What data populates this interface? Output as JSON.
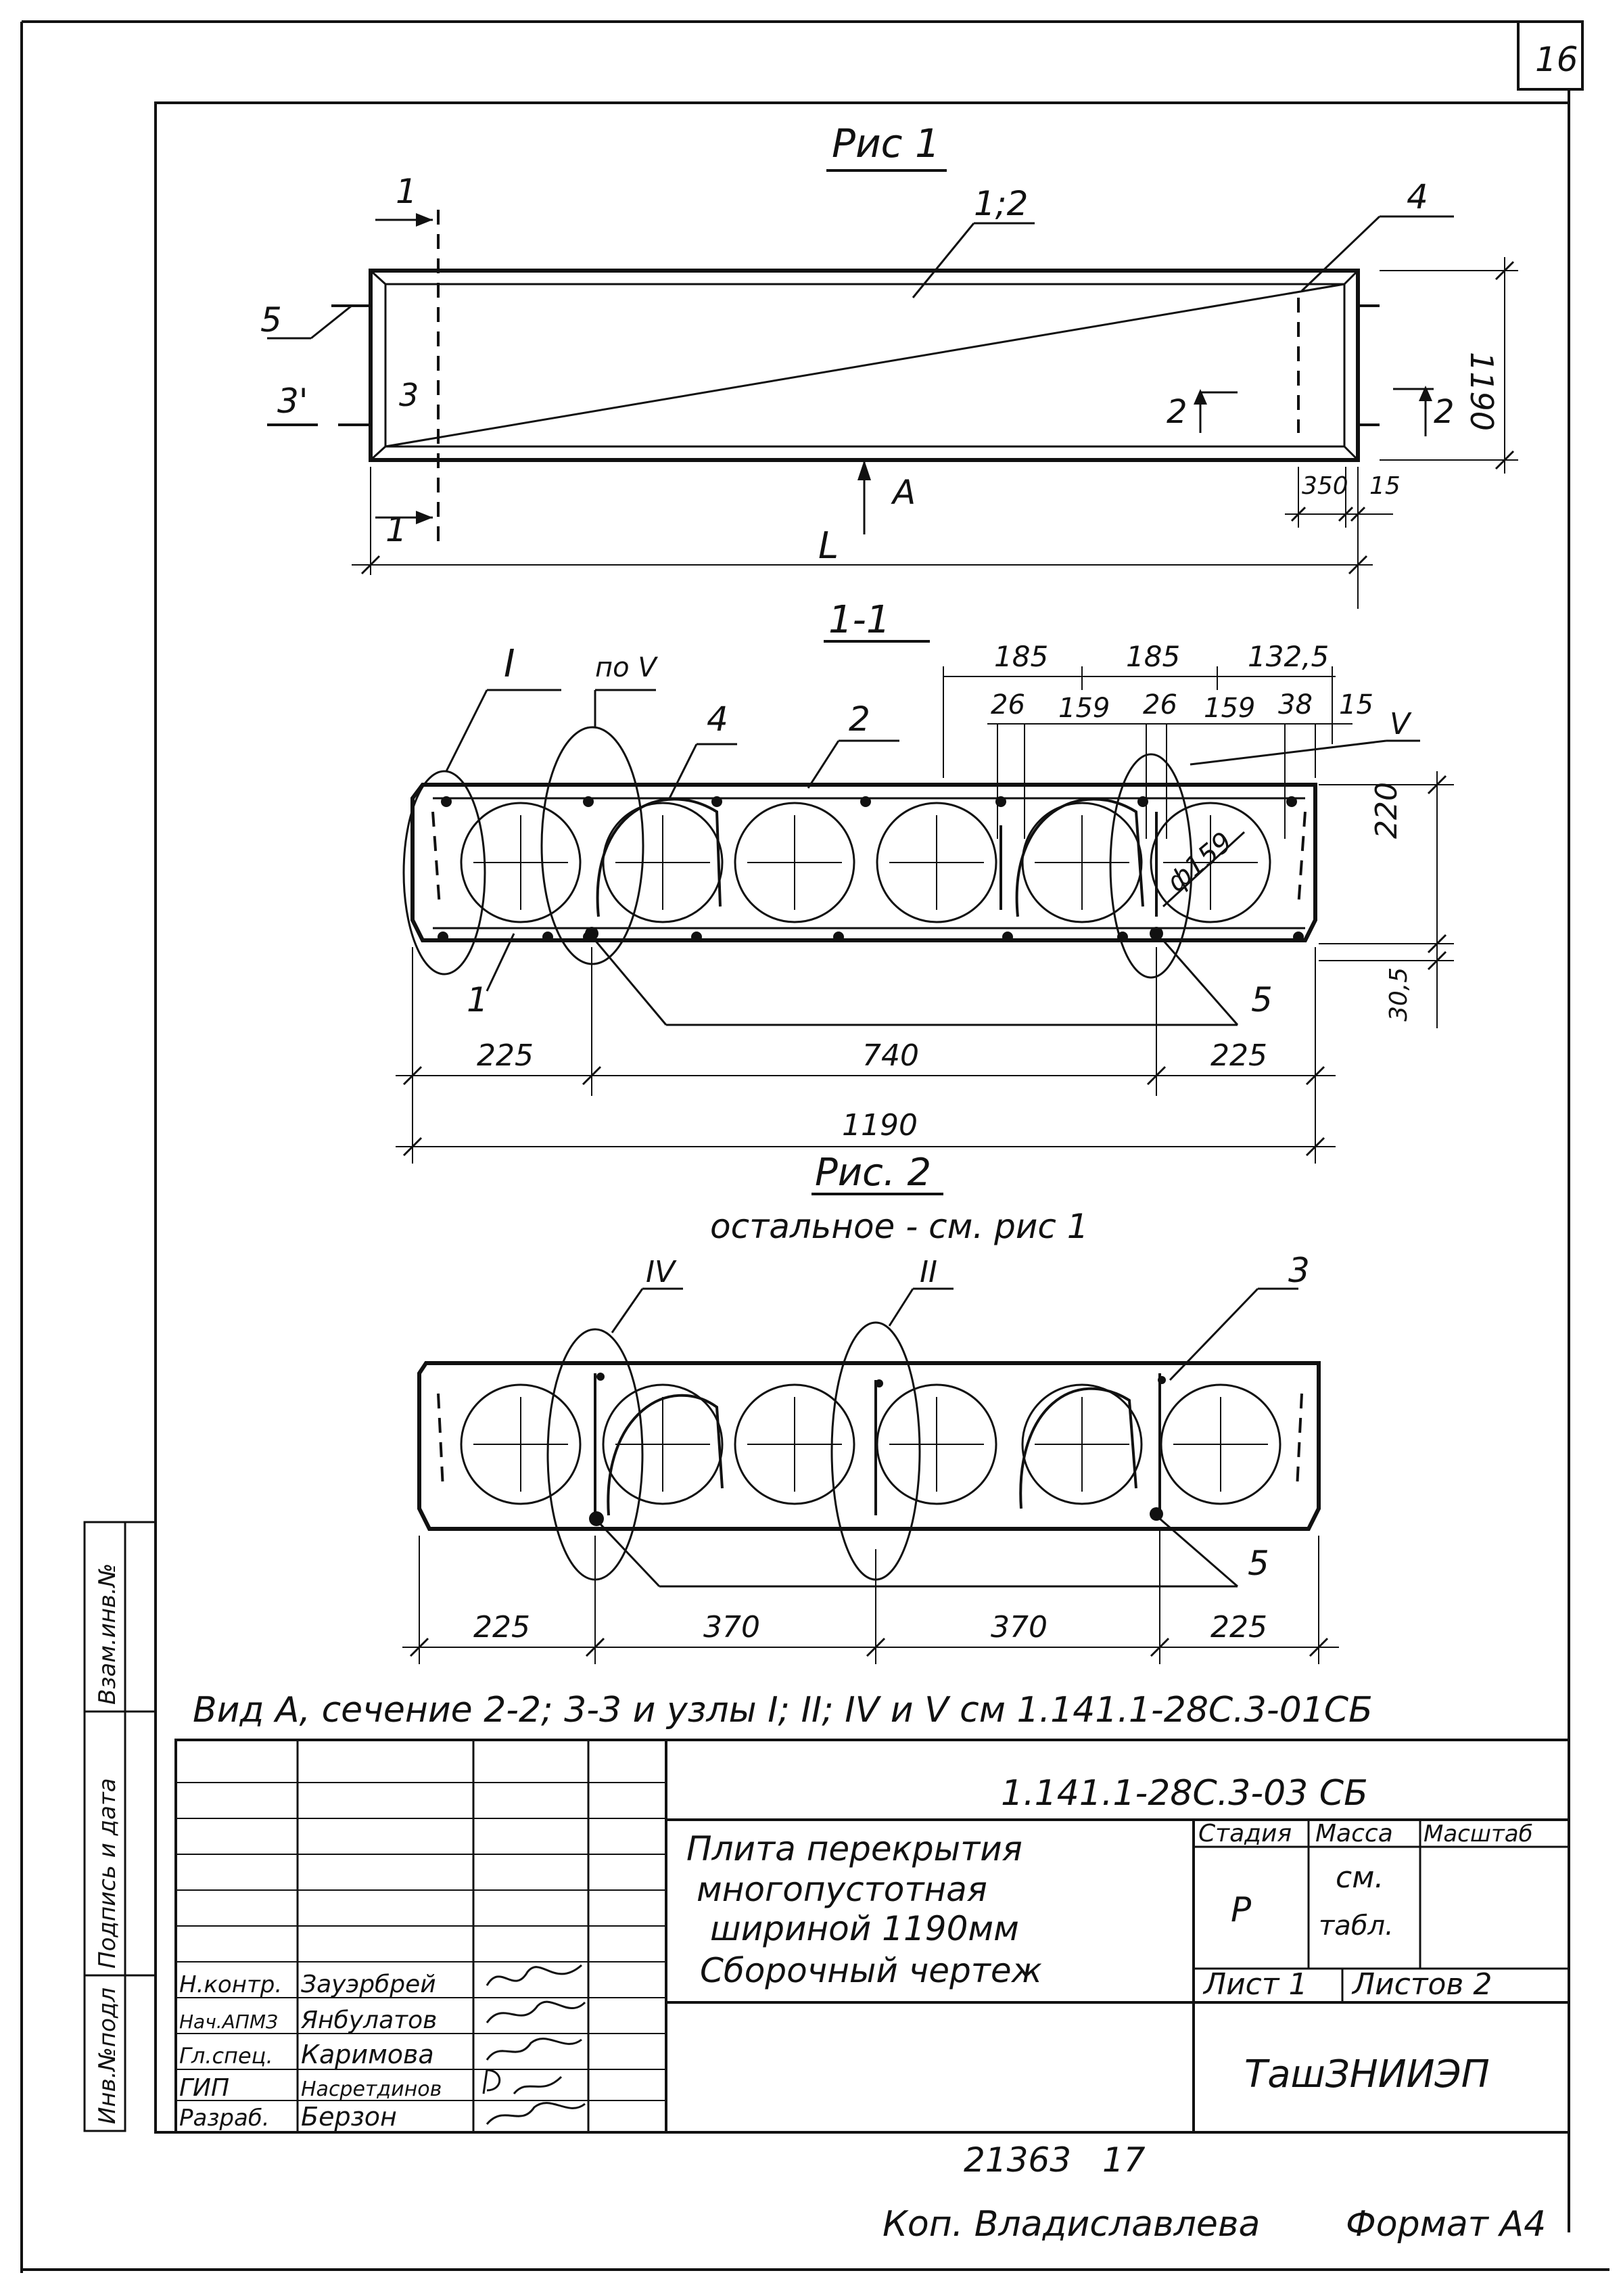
{
  "sheet_number": "16",
  "fig1": {
    "title": "Рис 1",
    "label_section_1_top": "1",
    "label_section_1_bottom": "1",
    "label_1_2": "1;2",
    "label_4": "4",
    "label_5": "5",
    "label_3_outer": "3'",
    "label_3_inner": "3",
    "label_2_left": "2",
    "label_2_right": "2",
    "label_A": "A",
    "dim_1190": "1190",
    "dim_350": "350",
    "dim_15": "15",
    "dim_L": "L"
  },
  "section11": {
    "title": "1-1",
    "node_I": "I",
    "node_poV": "по V",
    "label_4": "4",
    "label_2": "2",
    "label_V": "V",
    "label_1": "1",
    "label_5": "5",
    "dia": "ф159",
    "dim_185a": "185",
    "dim_185b": "185",
    "dim_132_5": "132,5",
    "dim_26a": "26",
    "dim_159a": "159",
    "dim_26b": "26",
    "dim_159b": "159",
    "dim_38": "38",
    "dim_15": "15",
    "dim_220": "220",
    "dim_30_5": "30,5",
    "dim_225a": "225",
    "dim_740": "740",
    "dim_225b": "225",
    "dim_1190": "1190"
  },
  "fig2": {
    "title": "Рис. 2",
    "subtitle": "остальное - см. рис 1",
    "node_IV": "IV",
    "node_II": "II",
    "label_3": "3",
    "label_5": "5",
    "dim_225a": "225",
    "dim_370a": "370",
    "dim_370b": "370",
    "dim_225b": "225"
  },
  "note": "Вид А, сечение 2-2; 3-3 и узлы I; II; IV и V см 1.141.1-28С.3-01СБ",
  "side_stamp": {
    "inv_podl": "Инв.№подл",
    "podpis_data": "Подпись и дата",
    "vzam_inv": "Взам.инв.№"
  },
  "title_block": {
    "doc_code": "1.141.1-28С.3-03 СБ",
    "name_lines": [
      "Плита перекрытия",
      "многопустотная",
      "шириной 1190мм",
      "Сборочный чертеж"
    ],
    "stage_header": "Стадия",
    "mass_header": "Масса",
    "scale_header": "Масштаб",
    "stage_value": "Р",
    "mass_value_1": "см.",
    "mass_value_2": "табл.",
    "sheet_label": "Лист 1",
    "sheets_label": "Листов 2",
    "org": "ТашЗНИИЭП",
    "signatures": [
      {
        "role": "Н.контр.",
        "name": "Зауэрбрей"
      },
      {
        "role": "Нач.АПМЗ",
        "name": "Янбулатов"
      },
      {
        "role": "Гл.спец.",
        "name": "Каримова"
      },
      {
        "role": "ГИП",
        "name": "Насретдинов"
      },
      {
        "role": "Разраб.",
        "name": "Берзон"
      }
    ]
  },
  "footer": {
    "number": "21363",
    "sub": "17",
    "copied_by": "Коп. Владиславлева",
    "format": "Формат А4"
  }
}
